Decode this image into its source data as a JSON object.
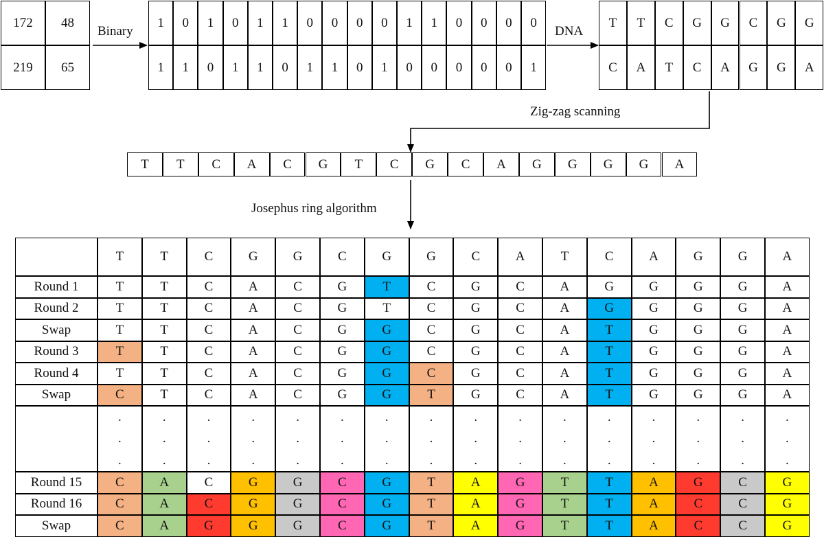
{
  "decimal_matrix": [
    [
      "172",
      "48"
    ],
    [
      "219",
      "65"
    ]
  ],
  "binary_label": "Binary",
  "binary_matrix": [
    [
      "1",
      "0",
      "1",
      "0",
      "1",
      "1",
      "0",
      "0",
      "0",
      "0",
      "1",
      "1",
      "0",
      "0",
      "0",
      "0"
    ],
    [
      "1",
      "1",
      "0",
      "1",
      "1",
      "0",
      "1",
      "1",
      "0",
      "1",
      "0",
      "0",
      "0",
      "0",
      "0",
      "1"
    ]
  ],
  "dna_label": "DNA",
  "dna_matrix": [
    [
      "T",
      "T",
      "C",
      "G",
      "G",
      "C",
      "G",
      "G"
    ],
    [
      "C",
      "A",
      "T",
      "C",
      "A",
      "G",
      "G",
      "A"
    ]
  ],
  "zigzag_label": "Zig-zag scanning",
  "sequence": [
    "T",
    "T",
    "C",
    "A",
    "C",
    "G",
    "T",
    "C",
    "G",
    "C",
    "A",
    "G",
    "G",
    "G",
    "G",
    "A"
  ],
  "josephus_label": "Josephus ring algorithm",
  "colors": {
    "orange": "#F4B183",
    "blue": "#00B0F0",
    "green": "#A9D18E",
    "red": "#FF3B30",
    "amber": "#FFC000",
    "gray": "#C9C9C9",
    "pink": "#FF66B3",
    "yellow": "#FFFF00",
    "white": "#FFFFFF"
  },
  "table": {
    "header": [
      "T",
      "T",
      "C",
      "G",
      "G",
      "C",
      "G",
      "G",
      "C",
      "A",
      "T",
      "C",
      "A",
      "G",
      "G",
      "A"
    ],
    "rows": [
      {
        "label": "Round 1",
        "cells": [
          "T",
          "T",
          "C",
          "A",
          "C",
          "G",
          "T",
          "C",
          "G",
          "C",
          "A",
          "G",
          "G",
          "G",
          "G",
          "A"
        ],
        "colors": [
          "",
          "",
          "",
          "",
          "",
          "",
          "blue",
          "",
          "",
          "",
          "",
          "",
          "",
          "",
          "",
          ""
        ]
      },
      {
        "label": "Round 2",
        "cells": [
          "T",
          "T",
          "C",
          "A",
          "C",
          "G",
          "T",
          "C",
          "G",
          "C",
          "A",
          "G",
          "G",
          "G",
          "G",
          "A"
        ],
        "colors": [
          "",
          "",
          "",
          "",
          "",
          "",
          "",
          "",
          "",
          "",
          "",
          "blue",
          "",
          "",
          "",
          ""
        ]
      },
      {
        "label": "Swap",
        "cells": [
          "T",
          "T",
          "C",
          "A",
          "C",
          "G",
          "G",
          "C",
          "G",
          "C",
          "A",
          "T",
          "G",
          "G",
          "G",
          "A"
        ],
        "colors": [
          "",
          "",
          "",
          "",
          "",
          "",
          "blue",
          "",
          "",
          "",
          "",
          "blue",
          "",
          "",
          "",
          ""
        ]
      },
      {
        "label": "Round 3",
        "cells": [
          "T",
          "T",
          "C",
          "A",
          "C",
          "G",
          "G",
          "C",
          "G",
          "C",
          "A",
          "T",
          "G",
          "G",
          "G",
          "A"
        ],
        "colors": [
          "orange",
          "",
          "",
          "",
          "",
          "",
          "blue",
          "",
          "",
          "",
          "",
          "blue",
          "",
          "",
          "",
          ""
        ]
      },
      {
        "label": "Round 4",
        "cells": [
          "T",
          "T",
          "C",
          "A",
          "C",
          "G",
          "G",
          "C",
          "G",
          "C",
          "A",
          "T",
          "G",
          "G",
          "G",
          "A"
        ],
        "colors": [
          "",
          "",
          "",
          "",
          "",
          "",
          "blue",
          "orange",
          "",
          "",
          "",
          "blue",
          "",
          "",
          "",
          ""
        ]
      },
      {
        "label": "Swap",
        "cells": [
          "C",
          "T",
          "C",
          "A",
          "C",
          "G",
          "G",
          "T",
          "G",
          "C",
          "A",
          "T",
          "G",
          "G",
          "G",
          "A"
        ],
        "colors": [
          "orange",
          "",
          "",
          "",
          "",
          "",
          "blue",
          "orange",
          "",
          "",
          "",
          "blue",
          "",
          "",
          "",
          ""
        ]
      },
      {
        "label": "",
        "dots": true,
        "cells": [
          ".",
          ".",
          ".",
          ".",
          ".",
          ".",
          ".",
          ".",
          ".",
          ".",
          ".",
          ".",
          ".",
          ".",
          ".",
          "."
        ],
        "colors": [
          "",
          "",
          "",
          "",
          "",
          "",
          "",
          "",
          "",
          "",
          "",
          "",
          "",
          "",
          "",
          ""
        ]
      },
      {
        "label": "Round 15",
        "cells": [
          "C",
          "A",
          "C",
          "G",
          "G",
          "C",
          "G",
          "T",
          "A",
          "G",
          "T",
          "T",
          "A",
          "G",
          "C",
          "G"
        ],
        "colors": [
          "orange",
          "green",
          "",
          "amber",
          "gray",
          "pink",
          "blue",
          "orange",
          "yellow",
          "pink",
          "green",
          "blue",
          "amber",
          "red",
          "gray",
          "yellow"
        ]
      },
      {
        "label": "Round 16",
        "cells": [
          "C",
          "A",
          "C",
          "G",
          "G",
          "C",
          "G",
          "T",
          "A",
          "G",
          "T",
          "T",
          "A",
          "C",
          "C",
          "G"
        ],
        "colors": [
          "orange",
          "green",
          "red",
          "amber",
          "gray",
          "pink",
          "blue",
          "orange",
          "yellow",
          "pink",
          "green",
          "blue",
          "amber",
          "red",
          "gray",
          "yellow"
        ]
      },
      {
        "label": "Swap",
        "cells": [
          "C",
          "A",
          "G",
          "G",
          "G",
          "C",
          "G",
          "T",
          "A",
          "G",
          "T",
          "T",
          "A",
          "C",
          "C",
          "G"
        ],
        "colors": [
          "orange",
          "green",
          "red",
          "amber",
          "gray",
          "pink",
          "blue",
          "orange",
          "yellow",
          "pink",
          "green",
          "blue",
          "amber",
          "red",
          "gray",
          "yellow"
        ]
      }
    ]
  }
}
